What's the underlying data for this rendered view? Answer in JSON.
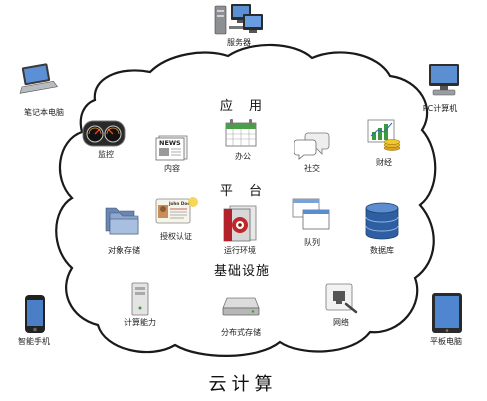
{
  "caption": "云计算",
  "sections": {
    "application": "应 用",
    "platform": "平 台",
    "infrastructure": "基础设施"
  },
  "outer_devices": {
    "server": "服务器",
    "laptop": "笔记本电脑",
    "pc": "PC计算机",
    "smartphone": "智能手机",
    "tablet": "平板电脑"
  },
  "application_items": {
    "monitor": "监控",
    "content": "内容",
    "office": "办公",
    "social": "社交",
    "finance": "财经"
  },
  "platform_items": {
    "object_storage": "对象存储",
    "identity": "授权认证",
    "runtime": "运行环境",
    "queue": "队列",
    "database": "数据库"
  },
  "infrastructure_items": {
    "compute": "计算能力",
    "block_storage": "分布式存储",
    "network": "网络"
  },
  "icon_text": {
    "news": "NEWS",
    "id_card": "John Doe"
  },
  "colors": {
    "cloud_stroke": "#1a1a1a",
    "accent_red": "#c0282a",
    "accent_blue": "#3a6fb0",
    "accent_green": "#3c9a3c",
    "gold": "#e3b21a"
  }
}
